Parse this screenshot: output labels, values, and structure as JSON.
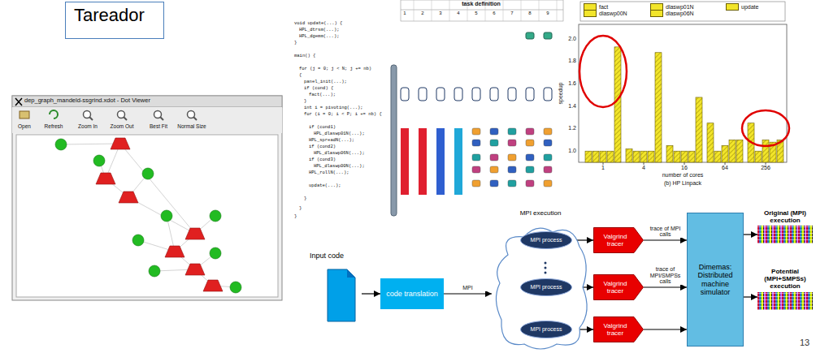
{
  "diagram": {
    "nodes": [
      {
        "text": [
          "Tareador"
        ]
      },
      {
        "text": [
          "Input code"
        ]
      },
      {
        "text": [
          "code translation"
        ]
      },
      {
        "text": [
          "MPI execution"
        ]
      },
      {
        "text": [
          "MPI process"
        ],
        "in": 3
      },
      {
        "text": [
          "MPI process"
        ],
        "in": 3
      },
      {
        "text": [
          "MPI process"
        ],
        "in": 3
      },
      {
        "text": [
          "Valgrind tracer"
        ]
      },
      {
        "text": [
          "Valgrind tracer"
        ]
      },
      {
        "text": [
          "Valgrind tracer"
        ]
      },
      {
        "text": [
          "Dimemas: Distributed machine simulator"
        ]
      },
      {
        "text": [
          "Original (MPI) execution"
        ]
      },
      {
        "text": [
          "Potential (MPI+SMPSs) execution"
        ]
      }
    ],
    "edges": [
      {
        "from": 1,
        "to": 2,
        "arrow": "to"
      },
      {
        "from": 2,
        "to": 3,
        "label": "MPI",
        "arrow": "to"
      },
      {
        "from": 4,
        "to": 7,
        "arrow": "to"
      },
      {
        "from": 5,
        "to": 8,
        "arrow": "to"
      },
      {
        "from": 6,
        "to": 9,
        "arrow": "to"
      },
      {
        "from": 7,
        "to": 10,
        "label": "trace of MPI calls",
        "arrow": "to"
      },
      {
        "from": 8,
        "to": 10,
        "label": "trace of MPI/SMPSs calls",
        "arrow": "to"
      },
      {
        "from": 9,
        "to": 10,
        "arrow": "to"
      },
      {
        "from": 10,
        "to": 11,
        "arrow": "to"
      },
      {
        "from": 10,
        "to": 12,
        "arrow": "to"
      }
    ],
    "labels": [
      "dep_graph_mandeld-ssgrind.xdot - Dot Viewer",
      "Open",
      "Refresh",
      "Zoom In",
      "Zoom Out",
      "Best Fit",
      "Normal Size",
      "task definition",
      "1",
      "2",
      "3",
      "4",
      "5",
      "6",
      "7",
      "8",
      "9",
      "void update(...) {",
      "HPL_dtrsm(...);",
      "HPL_dgemm(...);",
      "}",
      "main() {",
      "for (j = 0; j < N; j += nb)",
      "{",
      "panel_init(...);",
      "if (cond) {",
      "fact(...);",
      "}",
      "int i = pivoting(...);",
      "for (i = 0; i < P; i += nb) {",
      "if (cond1)",
      "HPL_dlaswp01N(...);",
      "HPL_spreadN(...);",
      "if (cond2)",
      "HPL_dlaswp06N(...);",
      "if (cond3)",
      "HPL_dlaswp00N(...);",
      "HPL_rollN(...);",
      "update(...);",
      "}",
      "}",
      "}",
      "2.0",
      "1.8",
      "1.6",
      "1.4",
      "1.2",
      "1.0",
      "1",
      "4",
      "16",
      "64",
      "256",
      "number of cores",
      "(b) HP Linpack",
      "speedup",
      "13"
    ],
    "legend": [
      {
        "text": "fact",
        "color": "#f2e52a"
      },
      {
        "text": "dlaswp01N",
        "color": "#f2e52a"
      },
      {
        "text": "update",
        "color": "#f2e52a"
      },
      {
        "text": "dlaswp00N",
        "color": "#f2e52a"
      },
      {
        "text": "dlaswp06N",
        "color": "#f2e52a"
      }
    ]
  }
}
